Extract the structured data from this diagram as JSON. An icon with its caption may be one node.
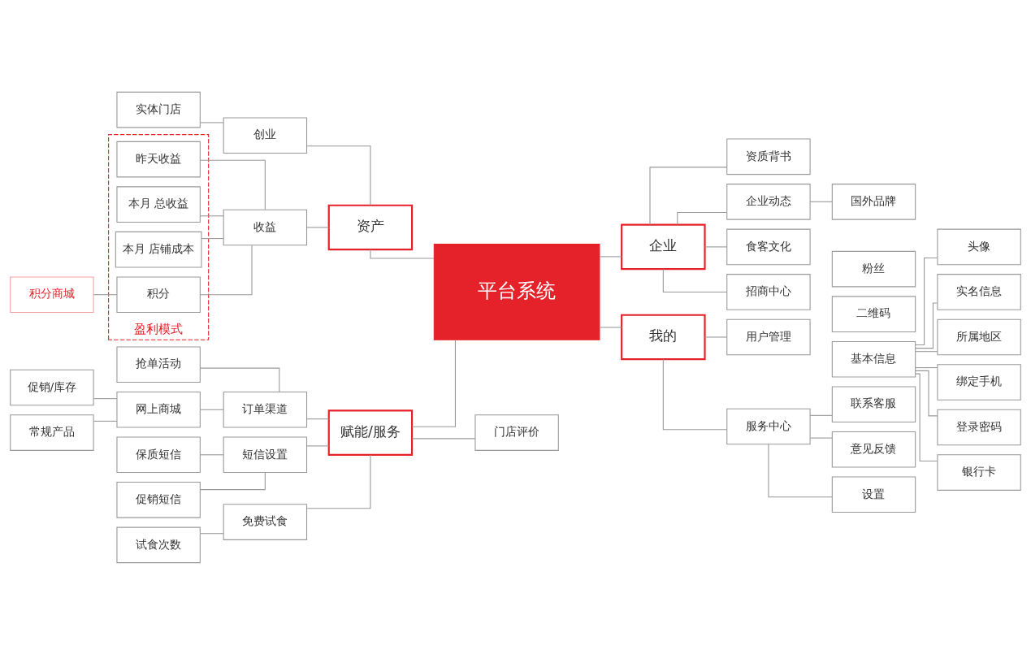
{
  "diagram": {
    "nodes": [
      {
        "text": [
          "平台系统"
        ]
      },
      {
        "text": [
          "资产"
        ]
      },
      {
        "text": [
          "企业"
        ]
      },
      {
        "text": [
          "赋能/服务"
        ]
      },
      {
        "text": [
          "我的"
        ]
      },
      {
        "text": [
          "创业"
        ]
      },
      {
        "text": [
          "实体门店"
        ]
      },
      {
        "text": [
          "收益"
        ]
      },
      {
        "text": [
          "盈利模式"
        ]
      },
      {
        "text": [
          "昨天收益"
        ],
        "in": 8
      },
      {
        "text": [
          "本月 总收益"
        ],
        "in": 8
      },
      {
        "text": [
          "本月 店铺成本"
        ],
        "in": 8
      },
      {
        "text": [
          "积分"
        ],
        "in": 8
      },
      {
        "text": [
          "积分商城"
        ]
      },
      {
        "text": [
          "资质背书"
        ]
      },
      {
        "text": [
          "企业动态"
        ]
      },
      {
        "text": [
          "国外品牌"
        ]
      },
      {
        "text": [
          "食客文化"
        ]
      },
      {
        "text": [
          "招商中心"
        ]
      },
      {
        "text": [
          "订单渠道"
        ]
      },
      {
        "text": [
          "抢单活动"
        ]
      },
      {
        "text": [
          "网上商城"
        ]
      },
      {
        "text": [
          "促销/库存"
        ]
      },
      {
        "text": [
          "常规产品"
        ]
      },
      {
        "text": [
          "短信设置"
        ]
      },
      {
        "text": [
          "保质短信"
        ]
      },
      {
        "text": [
          "促销短信"
        ]
      },
      {
        "text": [
          "免费试食"
        ]
      },
      {
        "text": [
          "试食次数"
        ]
      },
      {
        "text": [
          "门店评价"
        ]
      },
      {
        "text": [
          "用户管理"
        ]
      },
      {
        "text": [
          "粉丝"
        ]
      },
      {
        "text": [
          "二维码"
        ]
      },
      {
        "text": [
          "基本信息"
        ]
      },
      {
        "text": [
          "头像"
        ]
      },
      {
        "text": [
          "实名信息"
        ]
      },
      {
        "text": [
          "所属地区"
        ]
      },
      {
        "text": [
          "绑定手机"
        ]
      },
      {
        "text": [
          "登录密码"
        ]
      },
      {
        "text": [
          "银行卡"
        ]
      },
      {
        "text": [
          "服务中心"
        ]
      },
      {
        "text": [
          "联系客服"
        ]
      },
      {
        "text": [
          "意见反馈"
        ]
      },
      {
        "text": [
          "设置"
        ]
      }
    ],
    "edges": [
      {
        "from": 0,
        "to": 1,
        "arrow": "none"
      },
      {
        "from": 0,
        "to": 2,
        "arrow": "none"
      },
      {
        "from": 0,
        "to": 3,
        "arrow": "none"
      },
      {
        "from": 0,
        "to": 4,
        "arrow": "none"
      },
      {
        "from": 1,
        "to": 5,
        "arrow": "none"
      },
      {
        "from": 1,
        "to": 7,
        "arrow": "none"
      },
      {
        "from": 5,
        "to": 6,
        "arrow": "none"
      },
      {
        "from": 7,
        "to": 9,
        "arrow": "none"
      },
      {
        "from": 7,
        "to": 10,
        "arrow": "none"
      },
      {
        "from": 7,
        "to": 11,
        "arrow": "none"
      },
      {
        "from": 7,
        "to": 12,
        "arrow": "none"
      },
      {
        "from": 12,
        "to": 13,
        "arrow": "none"
      },
      {
        "from": 2,
        "to": 14,
        "arrow": "none"
      },
      {
        "from": 2,
        "to": 15,
        "arrow": "none"
      },
      {
        "from": 2,
        "to": 17,
        "arrow": "none"
      },
      {
        "from": 2,
        "to": 18,
        "arrow": "none"
      },
      {
        "from": 15,
        "to": 16,
        "arrow": "none"
      },
      {
        "from": 3,
        "to": 19,
        "arrow": "none"
      },
      {
        "from": 3,
        "to": 24,
        "arrow": "none"
      },
      {
        "from": 3,
        "to": 27,
        "arrow": "none"
      },
      {
        "from": 3,
        "to": 29,
        "arrow": "none"
      },
      {
        "from": 19,
        "to": 20,
        "arrow": "none"
      },
      {
        "from": 19,
        "to": 21,
        "arrow": "none"
      },
      {
        "from": 21,
        "to": 22,
        "arrow": "none"
      },
      {
        "from": 21,
        "to": 23,
        "arrow": "none"
      },
      {
        "from": 24,
        "to": 25,
        "arrow": "none"
      },
      {
        "from": 24,
        "to": 26,
        "arrow": "none"
      },
      {
        "from": 27,
        "to": 28,
        "arrow": "none"
      },
      {
        "from": 4,
        "to": 30,
        "arrow": "none"
      },
      {
        "from": 4,
        "to": 40,
        "arrow": "none"
      },
      {
        "from": 33,
        "to": 34,
        "arrow": "none"
      },
      {
        "from": 33,
        "to": 35,
        "arrow": "none"
      },
      {
        "from": 33,
        "to": 36,
        "arrow": "none"
      },
      {
        "from": 33,
        "to": 37,
        "arrow": "none"
      },
      {
        "from": 33,
        "to": 38,
        "arrow": "none"
      },
      {
        "from": 33,
        "to": 39,
        "arrow": "none"
      },
      {
        "from": 40,
        "to": 41,
        "arrow": "none"
      },
      {
        "from": 40,
        "to": 42,
        "arrow": "none"
      },
      {
        "from": 40,
        "to": 43,
        "arrow": "none"
      }
    ]
  }
}
